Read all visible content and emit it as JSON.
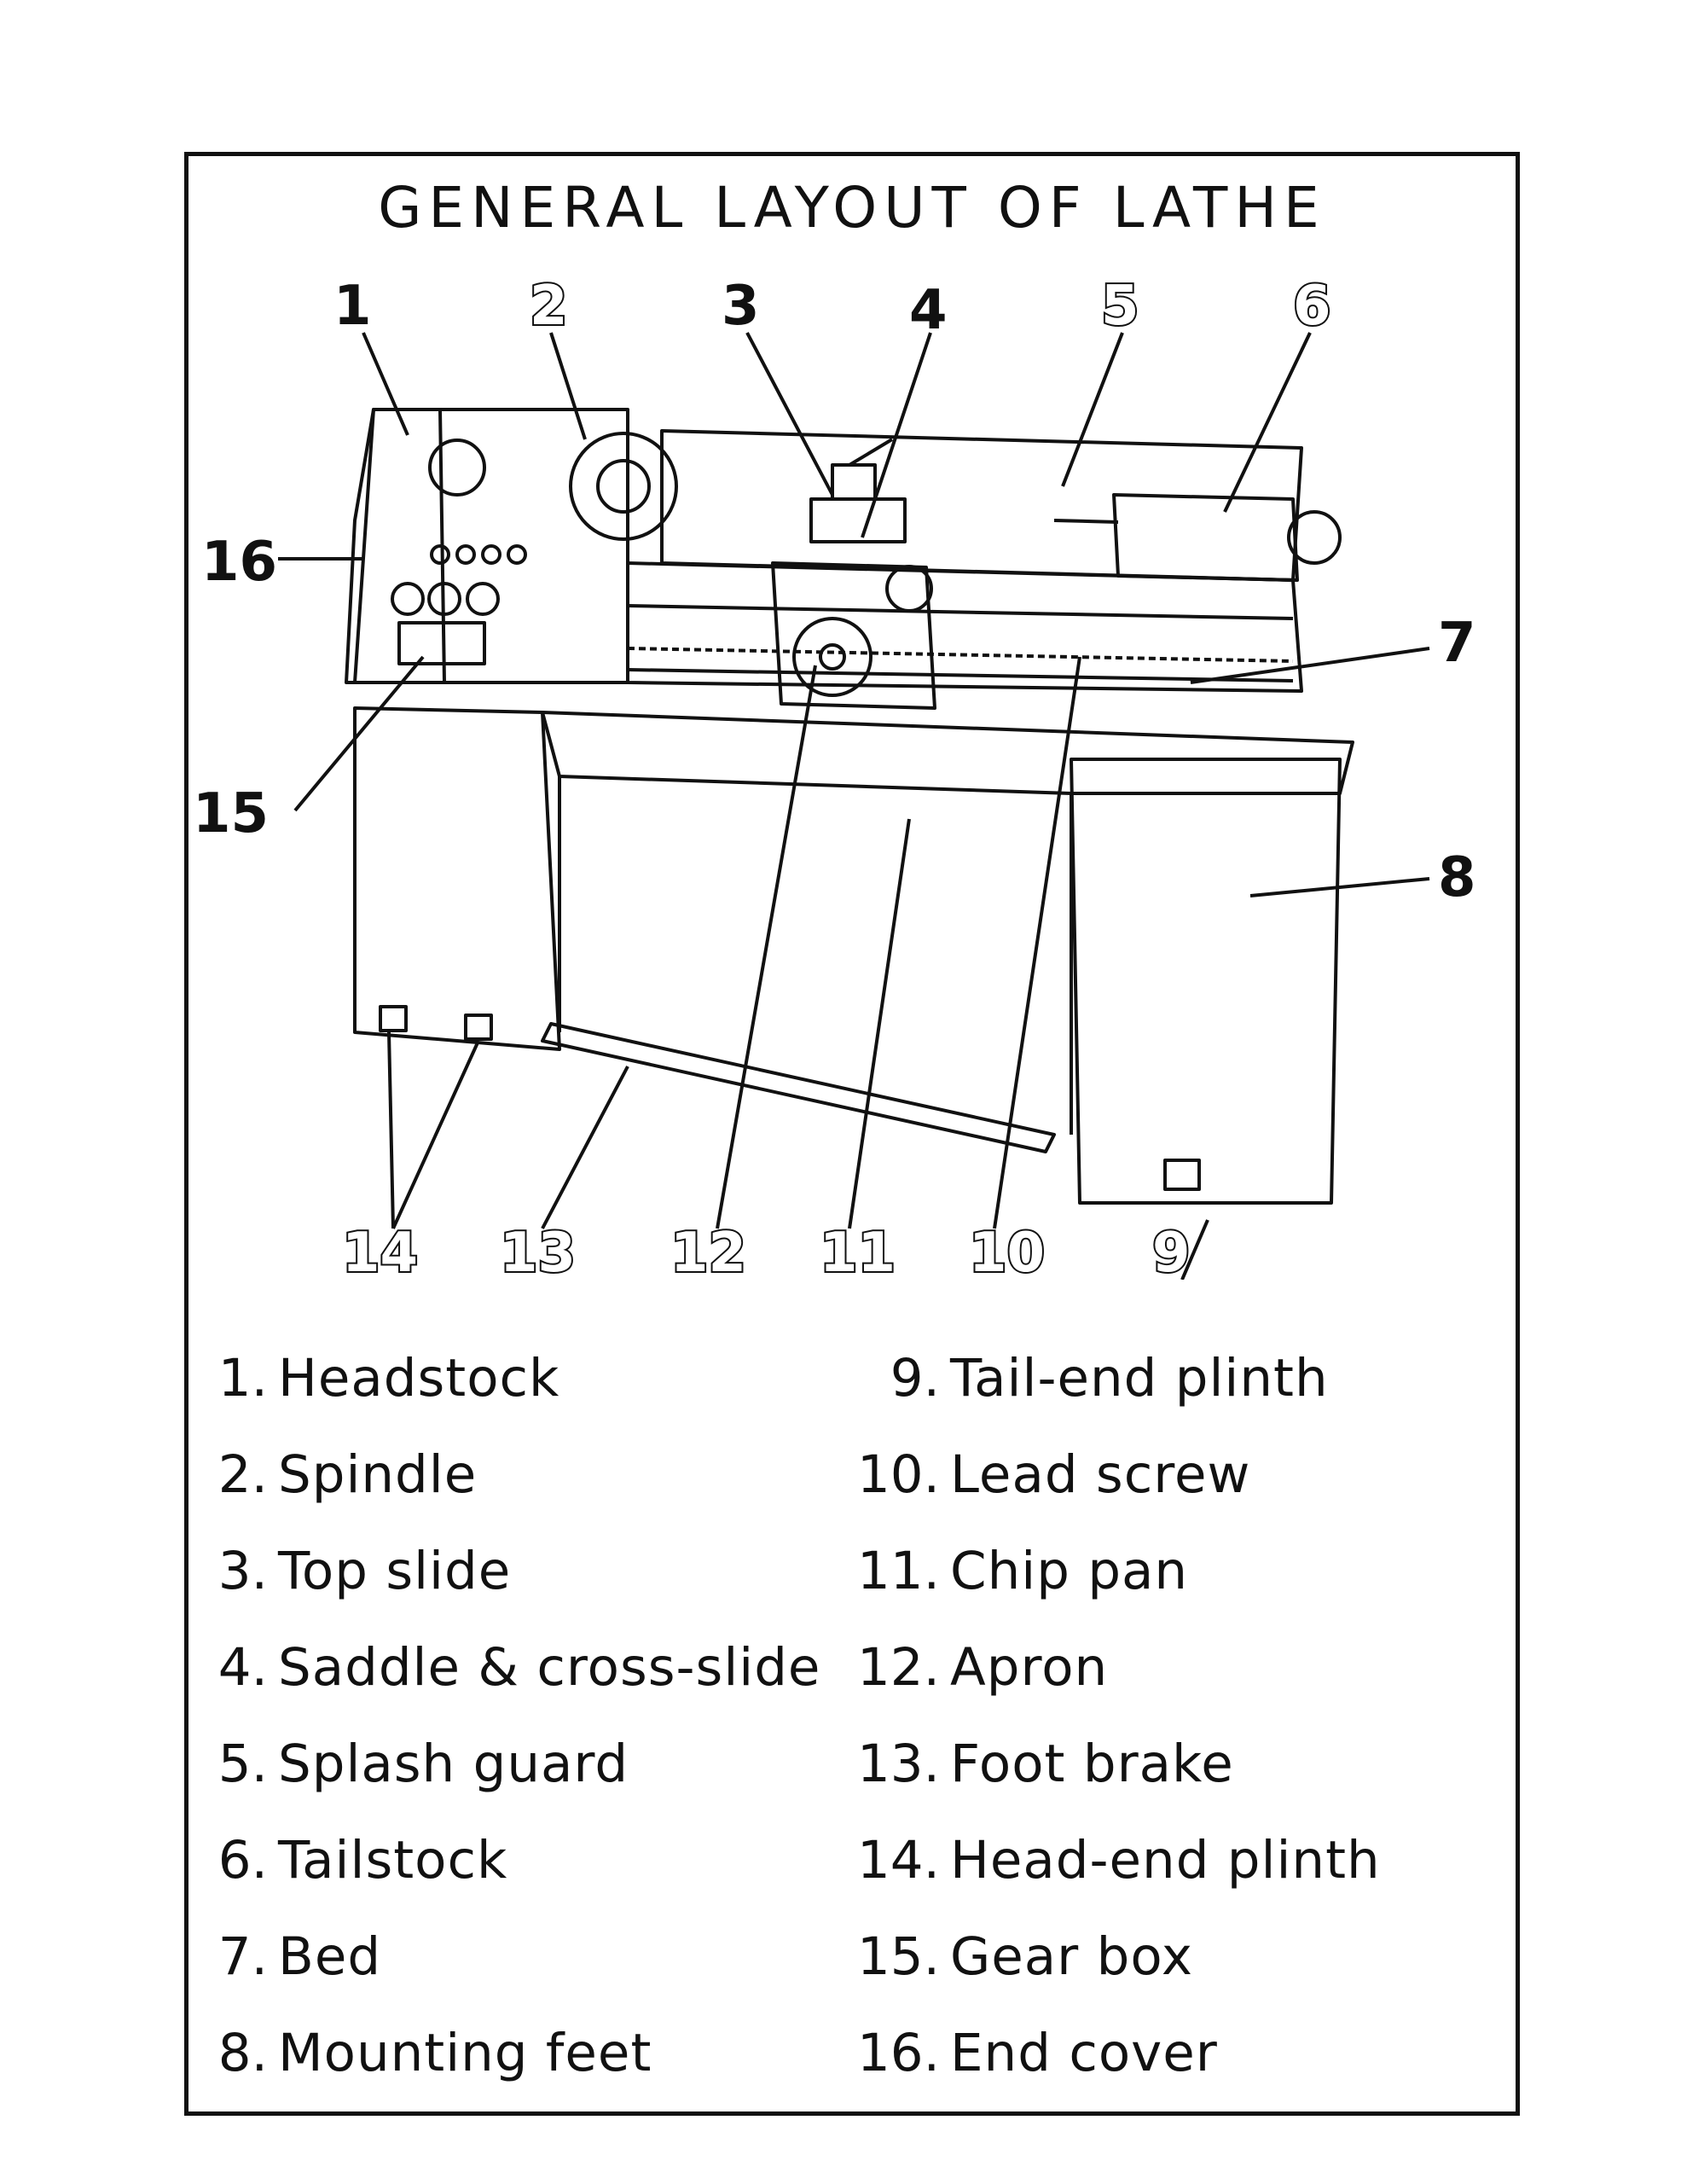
{
  "title": "GENERAL LAYOUT OF LATHE",
  "callouts": [
    "1",
    "2",
    "3",
    "4",
    "5",
    "6",
    "7",
    "8",
    "9",
    "10",
    "11",
    "12",
    "13",
    "14",
    "15",
    "16"
  ],
  "legend": [
    {
      "num": "1.",
      "label": "Headstock"
    },
    {
      "num": "2.",
      "label": "Spindle"
    },
    {
      "num": "3.",
      "label": "Top  slide"
    },
    {
      "num": "4.",
      "label": "Saddle  &  cross-slide"
    },
    {
      "num": "5.",
      "label": "Splash  guard"
    },
    {
      "num": "6.",
      "label": "Tailstock"
    },
    {
      "num": "7.",
      "label": "Bed"
    },
    {
      "num": "8.",
      "label": "Mounting  feet"
    },
    {
      "num": "9.",
      "label": "Tail-end  plinth"
    },
    {
      "num": "10.",
      "label": "Lead  screw"
    },
    {
      "num": "11.",
      "label": "Chip  pan"
    },
    {
      "num": "12.",
      "label": "Apron"
    },
    {
      "num": "13.",
      "label": "Foot  brake"
    },
    {
      "num": "14.",
      "label": "Head-end  plinth"
    },
    {
      "num": "15.",
      "label": "Gear  box"
    },
    {
      "num": "16.",
      "label": "End  cover"
    }
  ]
}
